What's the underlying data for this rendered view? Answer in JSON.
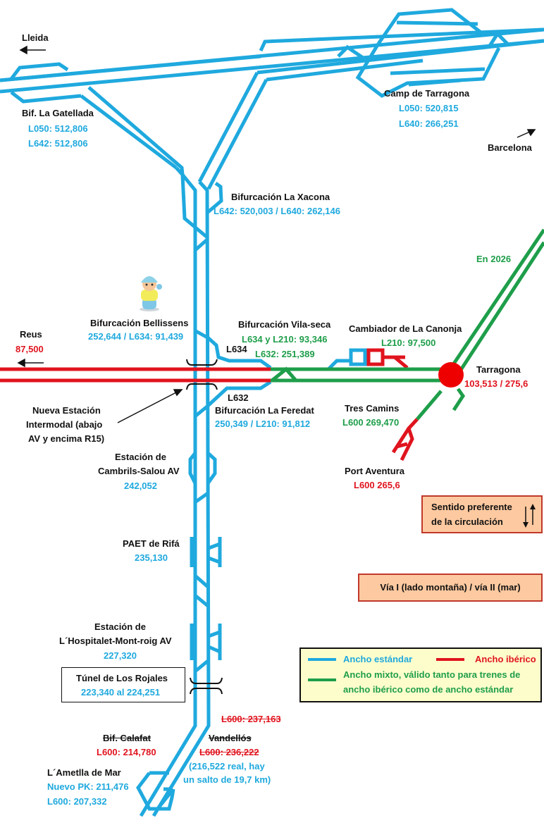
{
  "colors": {
    "standard_gauge": "#1fa9de",
    "iberian_gauge": "#e0141e",
    "mixed_gauge": "#1e9e4a",
    "note_box_fill": "#fdc9a0",
    "legend_fill": "#fdfdcc"
  },
  "directions": {
    "lleida": "Lleida",
    "barcelona": "Barcelona",
    "reus": "Reus",
    "reus_pk": "87,500"
  },
  "stations": {
    "gatellada": {
      "name": "Bif. La Gatellada",
      "pk1": "L050: 512,806",
      "pk2": "L642: 512,806"
    },
    "camp_tarragona": {
      "name": "Camp de Tarragona",
      "pk1": "L050: 520,815",
      "pk2": "L640: 266,251"
    },
    "xacona": {
      "name": "Bifurcación La Xacona",
      "pk": "L642: 520,003 / L640: 262,146"
    },
    "en2026": "En 2026",
    "bellissens": {
      "name": "Bifurcación Bellissens",
      "pk": "252,644 / L634: 91,439"
    },
    "vilaseca": {
      "name": "Bifurcación Vila-seca",
      "pk1": "L634 y L210: 93,346",
      "pk2": "L632: 251,389"
    },
    "canonja": {
      "name": "Cambiador de La Canonja",
      "pk": "L210: 97,500"
    },
    "tarragona": {
      "name": "Tarragona",
      "pk": "103,513 / 275,6"
    },
    "l634_tag": "L634",
    "l632_tag": "L632",
    "feredat": {
      "name": "Bifurcación La Feredat",
      "pk": "250,349 / L210: 91,812"
    },
    "intermodal": {
      "line1": "Nueva Estación",
      "line2": "Intermodal (abajo",
      "line3": "AV y encima R15)"
    },
    "tres_camins": {
      "name": "Tres Camins",
      "pk": "L600 269,470"
    },
    "port_aventura": {
      "name": "Port Aventura",
      "pk": "L600 265,6"
    },
    "cambrils": {
      "line1": "Estación de",
      "line2": "Cambrils-Salou AV",
      "pk": "242,052"
    },
    "rifa": {
      "name": "PAET de Rifá",
      "pk": "235,130"
    },
    "hospitalet": {
      "line1": "Estación de",
      "line2": "L´Hospitalet-Mont-roig AV",
      "pk": "227,320"
    },
    "tunel": {
      "name": "Túnel de Los Rojales",
      "pk": "223,340 al 224,251"
    },
    "calafat": {
      "name": "Bif. Calafat",
      "pk": "L600: 214,780"
    },
    "vandellos": {
      "old_pk_top": "L600: 237,163",
      "name": "Vandellós",
      "old_pk": "L600: 236,222",
      "note1": "(216,522 real, hay",
      "note2": "un salto de 19,7 km)"
    },
    "ametlla": {
      "name": "L´Ametlla de Mar",
      "pk1": "Nuevo PK: 211,476",
      "pk2": "L600: 207,332"
    }
  },
  "notes": {
    "sentido_line1": "Sentido preferente",
    "sentido_line2": "de la circulación",
    "via": "Vía I (lado montaña) / vía II (mar)"
  },
  "legend": {
    "standard": "Ancho estándar",
    "iberian": "Ancho ibérico",
    "mixed_line1": "Ancho mixto, válido tanto para trenes de",
    "mixed_line2": "ancho ibérico como de ancho estándar"
  }
}
